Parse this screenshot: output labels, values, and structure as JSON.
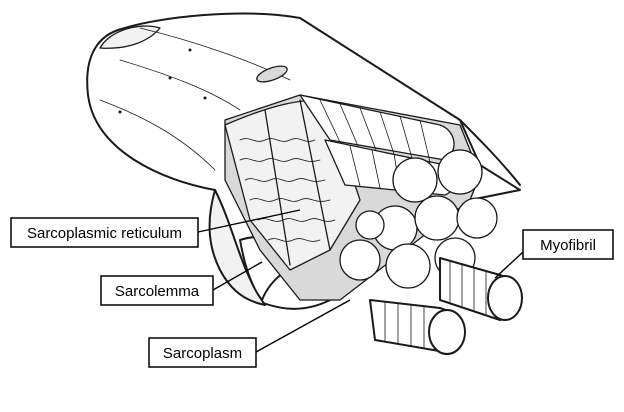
{
  "labels": {
    "sarcoplasmic_reticulum": "Sarcoplasmic reticulum",
    "sarcolemma": "Sarcolemma",
    "sarcoplasm": "Sarcoplasm",
    "myofibril": "Myofibril"
  }
}
